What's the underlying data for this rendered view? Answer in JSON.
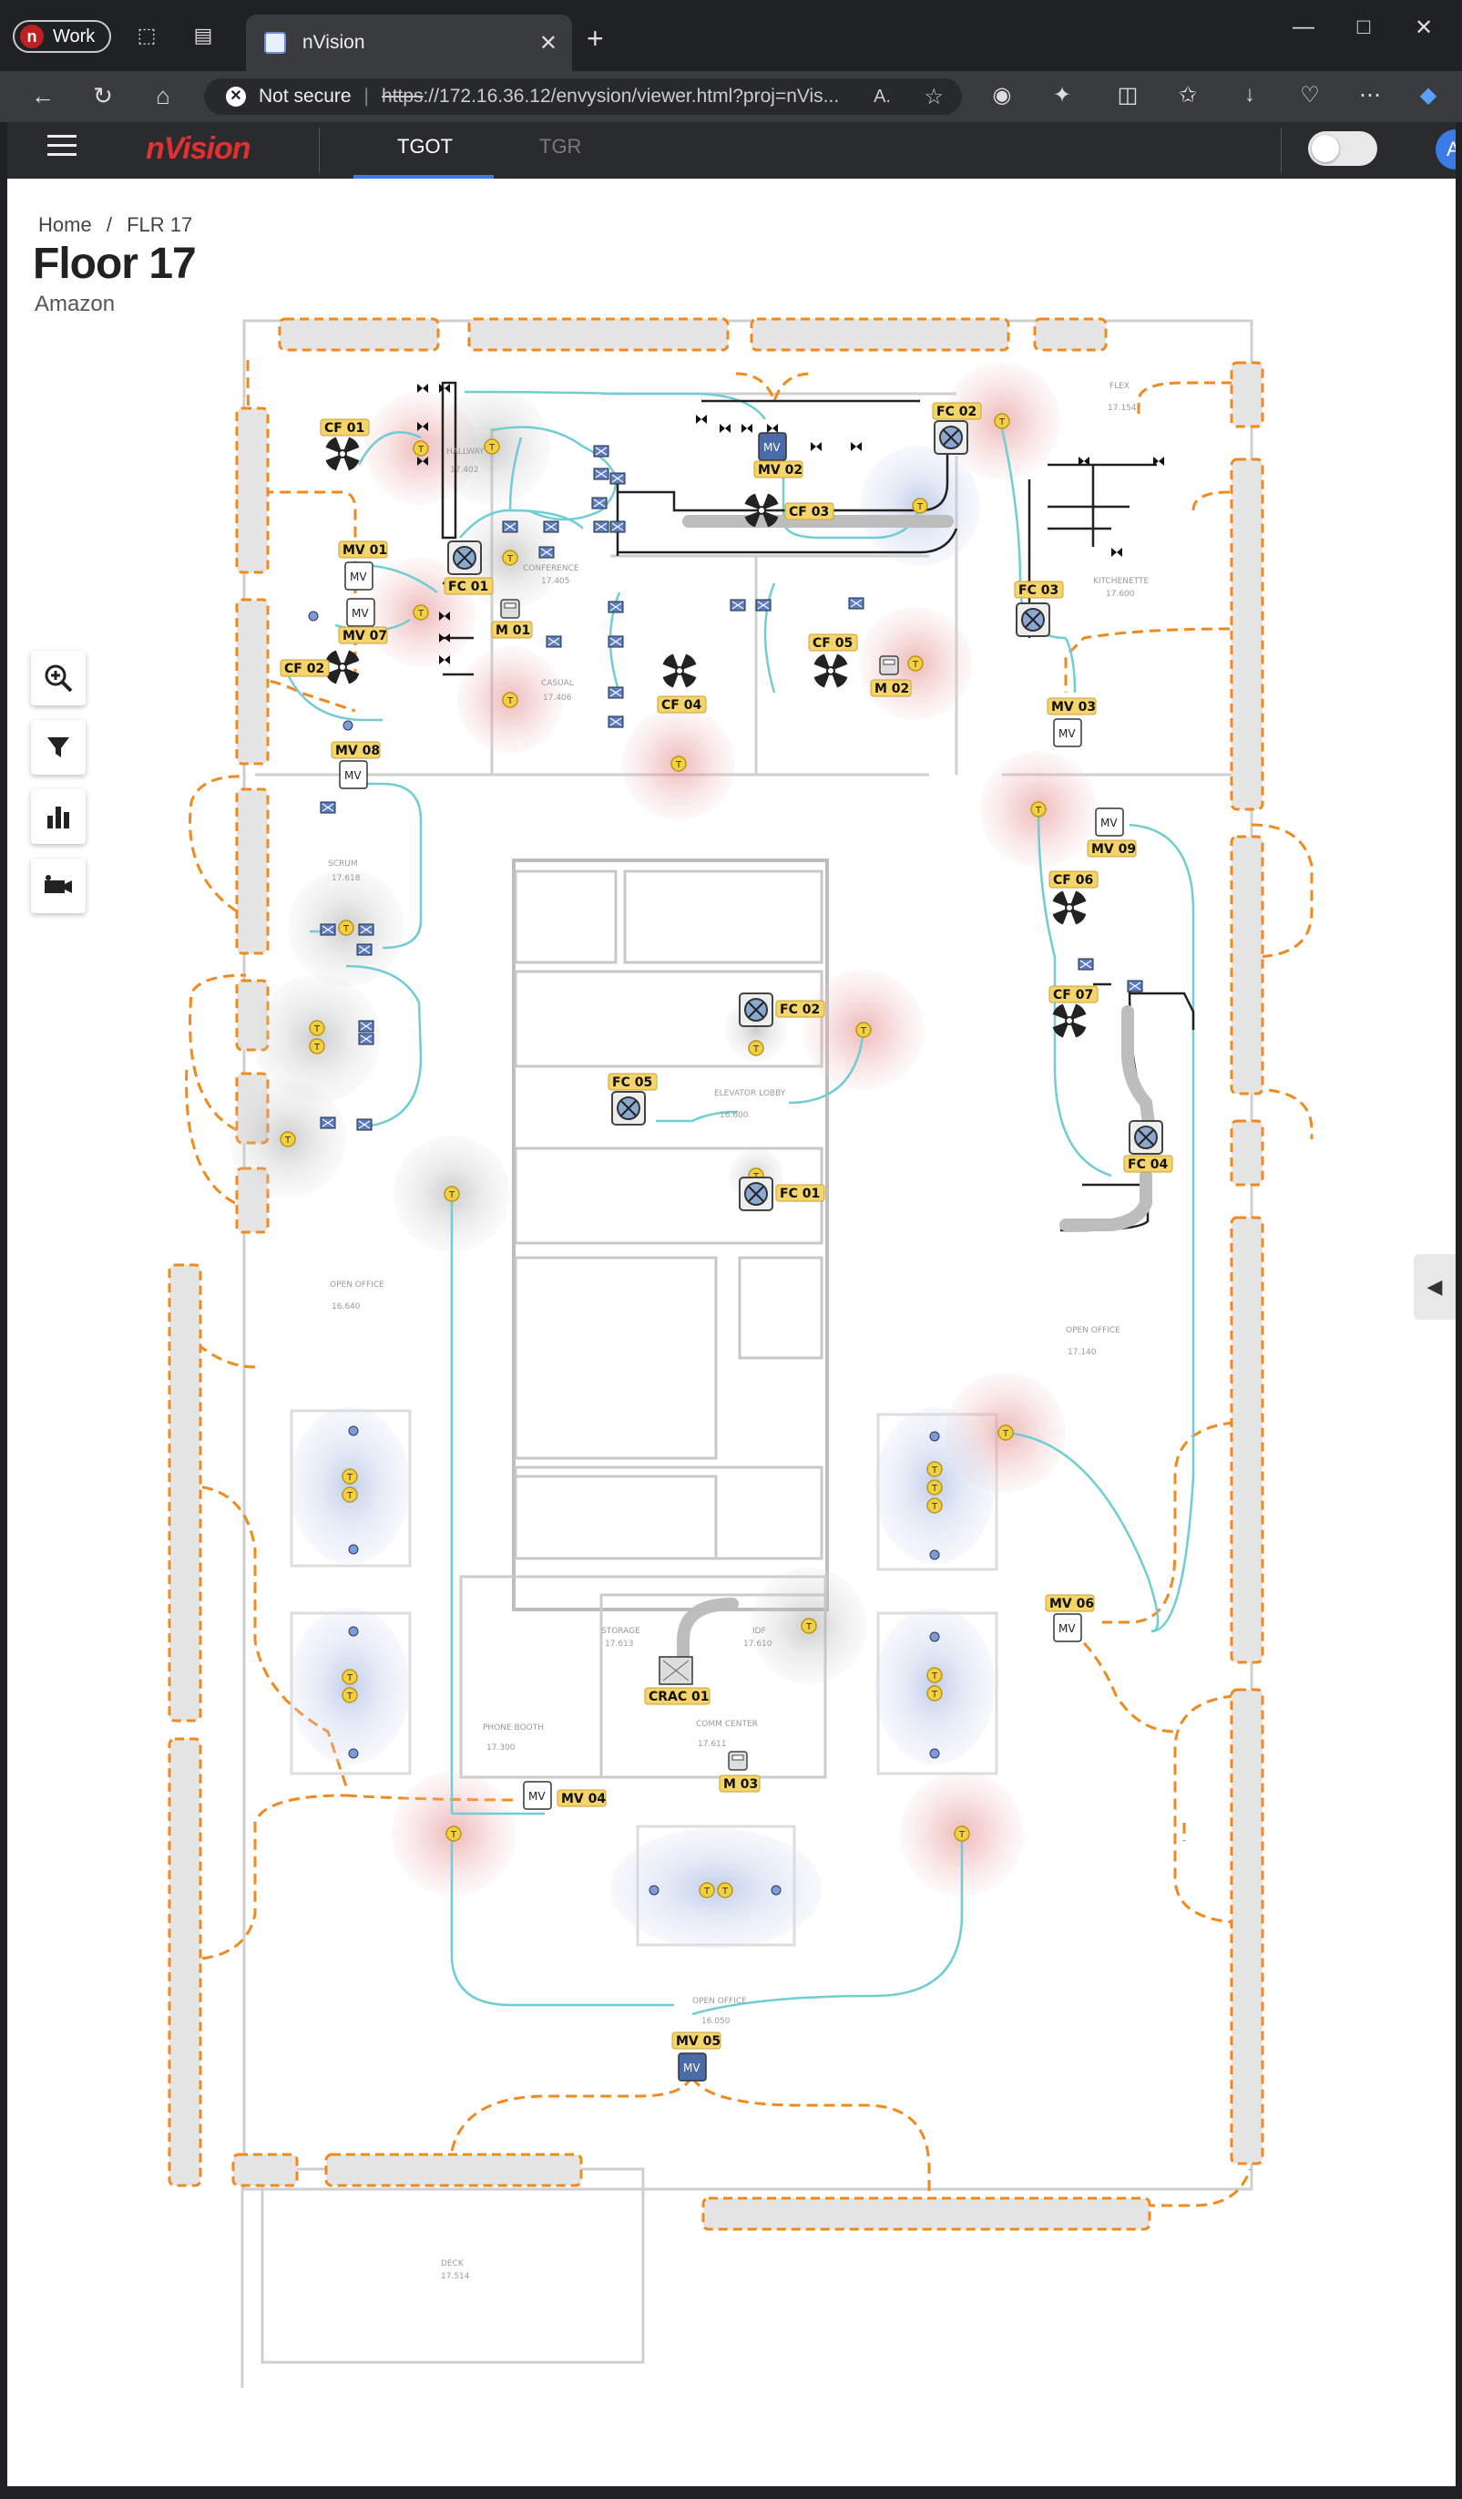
{
  "browser": {
    "profile_label": "Work",
    "profile_initial": "n",
    "tab_title": "nVision",
    "security_label": "Not secure",
    "url_scheme": "https",
    "url_rest": "://172.16.36.12/envysion/viewer.html?proj=nVis..."
  },
  "app": {
    "logo": "nVision",
    "tabs": [
      {
        "label": "TGOT",
        "active": true
      },
      {
        "label": "TGR",
        "active": false
      }
    ],
    "avatar_initial": "A"
  },
  "breadcrumb": {
    "home": "Home",
    "separator": "/",
    "current": "FLR 17"
  },
  "page": {
    "title": "Floor 17",
    "subtitle": "Amazon"
  },
  "tools": [
    {
      "name": "zoom-in-icon"
    },
    {
      "name": "filter-icon"
    },
    {
      "name": "bar-chart-icon"
    },
    {
      "name": "camera-icon"
    }
  ],
  "floorplan": {
    "fan_coils": [
      {
        "label": "FC 01"
      },
      {
        "label": "FC 02"
      },
      {
        "label": "FC 03"
      },
      {
        "label": "FC 04"
      },
      {
        "label": "FC 05"
      }
    ],
    "core_fan_coils": [
      {
        "label": "FC 02"
      },
      {
        "label": "FC 01"
      }
    ],
    "ceiling_fans": [
      {
        "label": "CF 01"
      },
      {
        "label": "CF 02"
      },
      {
        "label": "CF 03"
      },
      {
        "label": "CF 04"
      },
      {
        "label": "CF 05"
      },
      {
        "label": "CF 06"
      },
      {
        "label": "CF 07"
      }
    ],
    "mixing_valves": [
      {
        "label": "MV 01"
      },
      {
        "label": "MV 02"
      },
      {
        "label": "MV 03"
      },
      {
        "label": "MV 04"
      },
      {
        "label": "MV 05"
      },
      {
        "label": "MV 06"
      },
      {
        "label": "MV 07"
      },
      {
        "label": "MV 08"
      },
      {
        "label": "MV 09"
      }
    ],
    "meters": [
      {
        "label": "M 01"
      },
      {
        "label": "M 02"
      },
      {
        "label": "M 03"
      }
    ],
    "crac": {
      "label": "CRAC 01"
    },
    "mv_icon_text": "MV",
    "sensor_text": "T",
    "rooms": [
      {
        "name": "HALLWAY",
        "num": "17.402"
      },
      {
        "name": "CONFERENCE",
        "num": "17.405"
      },
      {
        "name": "CASUAL",
        "num": "17.406"
      },
      {
        "name": "FLEX",
        "num": "17.154"
      },
      {
        "name": "KITCHENETTE",
        "num": "17.600"
      },
      {
        "name": "SCRUM",
        "num": "17.618"
      },
      {
        "name": "ELEVATOR LOBBY",
        "num": "16.600"
      },
      {
        "name": "OPEN OFFICE",
        "num": "16.640"
      },
      {
        "name": "OPEN OFFICE",
        "num": "17.140"
      },
      {
        "name": "STORAGE",
        "num": "17.613"
      },
      {
        "name": "IDF",
        "num": "17.610"
      },
      {
        "name": "COMM CENTER",
        "num": "17.611"
      },
      {
        "name": "PHONE BOOTH",
        "num": "17.300"
      },
      {
        "name": "OPEN OFFICE",
        "num": "16.050"
      },
      {
        "name": "DECK",
        "num": "17.514"
      }
    ]
  }
}
